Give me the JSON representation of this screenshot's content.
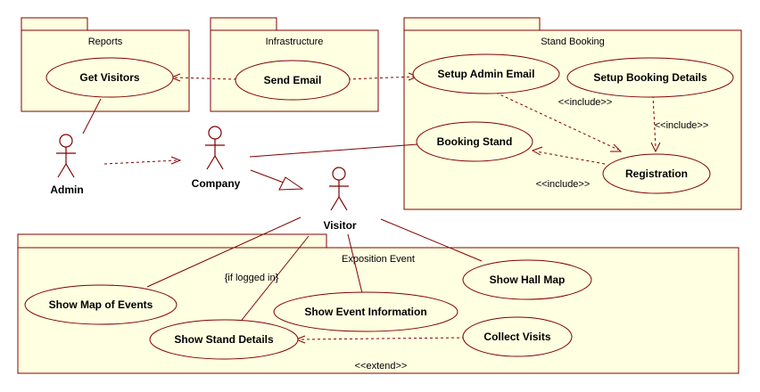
{
  "colors": {
    "line": "#800000",
    "package_fill": "#ffffe1",
    "usecase_fill": "#ffffe1",
    "background": "#ffffff"
  },
  "packages": {
    "reports": "Reports",
    "infrastructure": "Infrastructure",
    "stand_booking": "Stand Booking",
    "exposition_event": "Exposition Event"
  },
  "use_cases": {
    "get_visitors": "Get Visitors",
    "send_email": "Send Email",
    "setup_admin_email": "Setup Admin Email",
    "setup_booking_details": "Setup Booking Details",
    "booking_stand": "Booking Stand",
    "registration": "Registration",
    "show_map_of_events": "Show Map of Events",
    "show_event_information": "Show Event Information",
    "show_hall_map": "Show Hall Map",
    "show_stand_details": "Show Stand Details",
    "collect_visits": "Collect Visits"
  },
  "actors": {
    "admin": "Admin",
    "company": "Company",
    "visitor": "Visitor"
  },
  "labels": {
    "include_1": "<<include>>",
    "include_2": "<<include>>",
    "include_3": "<<include>>",
    "extend": "<<extend>>",
    "if_logged_in": "{if logged in}"
  }
}
